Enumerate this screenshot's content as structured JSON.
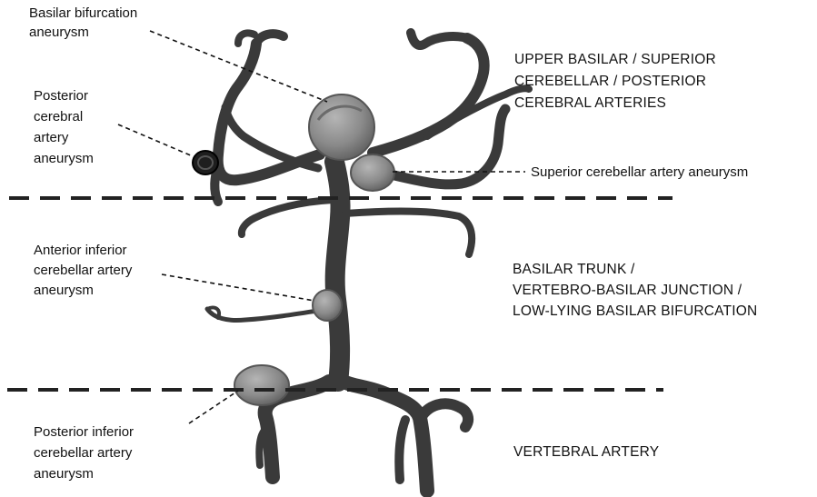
{
  "labels": {
    "basilar_bifurcation": "Basilar bifurcation\naneurysm",
    "posterior_cerebral": "Posterior\ncerebral\nartery\naneurysm",
    "superior_cerebellar": "Superior cerebellar artery aneurysm",
    "anterior_inferior": "Anterior inferior\ncerebellar artery\naneurysm",
    "posterior_inferior": "Posterior inferior\ncerebellar artery\naneurysm"
  },
  "regions": {
    "upper": "UPPER BASILAR / SUPERIOR\nCEREBELLAR / POSTERIOR\nCEREBRAL ARTERIES",
    "middle": "BASILAR TRUNK /\nVERTEBRO-BASILAR JUNCTION /\nLOW-LYING BASILAR BIFURCATION",
    "lower": "VERTEBRAL ARTERY"
  },
  "colors": {
    "vessel": "#3a3a3a",
    "vessel_dark": "#1e1e1e",
    "aneurysm": "#8c8c8c",
    "aneurysm_dark": "#6b6b6b",
    "divider": "#222222"
  }
}
